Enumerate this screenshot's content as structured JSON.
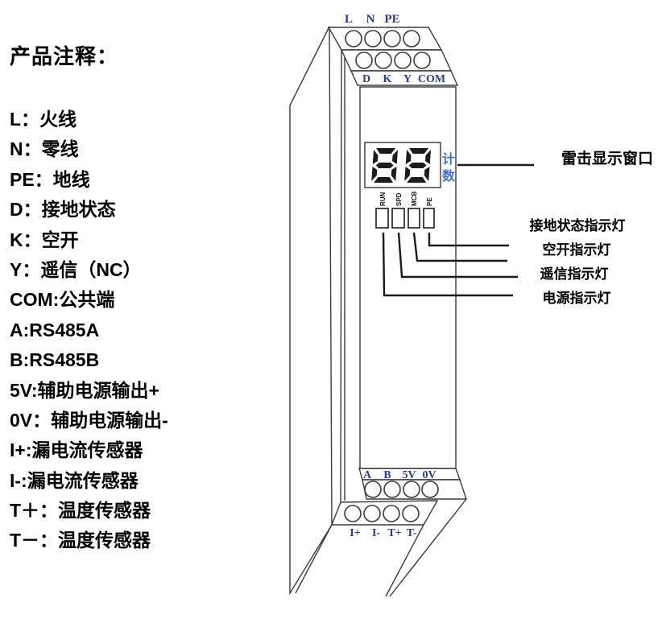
{
  "notes": {
    "title": "产品注释：",
    "items": [
      "L：火线",
      "N：零线",
      "PE：地线",
      "D：接地状态",
      "K：空开",
      "Y：遥信（NC）",
      "COM:公共端",
      "A:RS485A",
      "B:RS485B",
      "5V:辅助电源输出+",
      "0V：辅助电源输出-",
      "I+:漏电流传感器",
      "I-:漏电流传感器",
      "T＋：温度传感器",
      "T－：温度传感器"
    ]
  },
  "device": {
    "top_terminal_labels": [
      "L",
      "N",
      "PE"
    ],
    "upper_band_labels": [
      "D",
      "K",
      "Y",
      "COM"
    ],
    "display": {
      "digits": "88",
      "counter_label_top": "计",
      "counter_label_bottom": "数"
    },
    "led_labels": [
      "RUN",
      "SPD",
      "MCB",
      "PE"
    ],
    "lower_band_labels": [
      "A",
      "B",
      "5V",
      "0V"
    ],
    "bottom_terminal_labels": [
      "I+",
      "I-",
      "T+",
      "T-"
    ]
  },
  "callouts": {
    "display_window": "雷击显示窗口",
    "ground_status": "接地状态指示灯",
    "breaker": "空开指示灯",
    "remote_signal": "遥信指示灯",
    "power": "电源指示灯"
  },
  "colors": {
    "terminal_label": "#2b3a8f",
    "counter_label": "#4472c4",
    "line": "#1a1a1a"
  }
}
